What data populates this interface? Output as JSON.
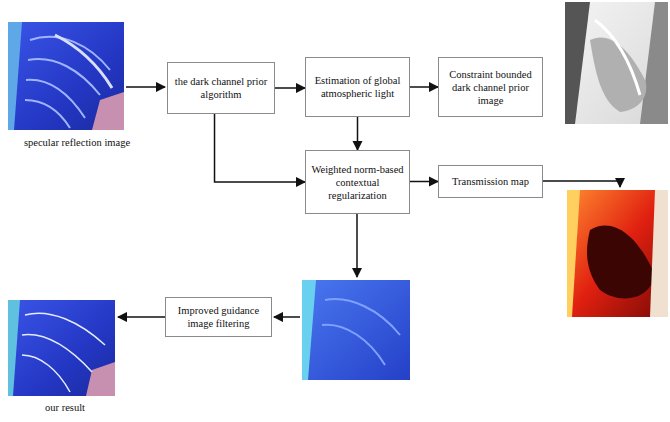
{
  "diagram": {
    "nodes": [
      {
        "text": [
          "the dark channel prior algorithm"
        ]
      },
      {
        "text": [
          "Estimation of global atmospheric light"
        ]
      },
      {
        "text": [
          "Constraint bounded dark channel prior image"
        ]
      },
      {
        "text": [
          "Weighted norm-based contextual regularization"
        ]
      },
      {
        "text": [
          "Transmission map"
        ]
      },
      {
        "text": [
          "Improved guidance image filtering"
        ]
      }
    ],
    "edges": [
      {
        "from": 0,
        "to": 1,
        "arrow": "to"
      },
      {
        "from": 1,
        "to": 2,
        "arrow": "to"
      },
      {
        "from": 1,
        "to": 3,
        "arrow": "to"
      },
      {
        "from": 0,
        "to": 3,
        "arrow": "to"
      },
      {
        "from": 3,
        "to": 4,
        "arrow": "to"
      }
    ],
    "labels": [
      "specular reflection image",
      "our result"
    ]
  }
}
